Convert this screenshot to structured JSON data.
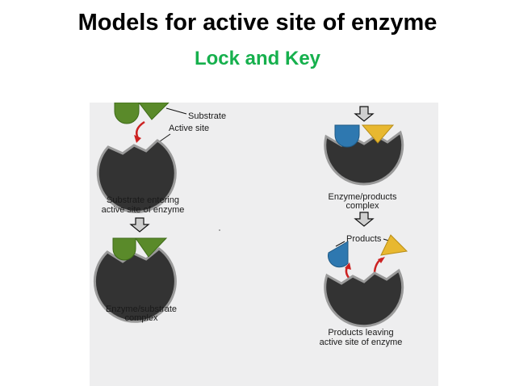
{
  "title": "Models for active site of enzyme",
  "subtitle": "Lock and Key",
  "colors": {
    "subtitle": "#16b04d",
    "panel_background": "#eeeeef",
    "enzyme": "#333333",
    "enzyme_outline": "#9a9a9a",
    "substrate_green": "#5a8a2a",
    "product_blue": "#2e78b0",
    "product_yellow": "#e8b830",
    "red_arrow": "#cc2222",
    "down_arrow": "#cfcfcf"
  },
  "diagram": {
    "labels": {
      "substrate": "Substrate",
      "active_site": "Active site",
      "entering_line1": "Substrate entering",
      "entering_line2": "active site of enzyme",
      "es_complex_line1": "Enzyme/substrate",
      "es_complex_line2": "complex",
      "ep_complex_line1": "Enzyme/products",
      "ep_complex_line2": "complex",
      "products": "Products",
      "leaving_line1": "Products leaving",
      "leaving_line2": "active site of enzyme"
    },
    "icons": [
      "down-arrow-icon",
      "red-curved-arrow-icon"
    ]
  }
}
